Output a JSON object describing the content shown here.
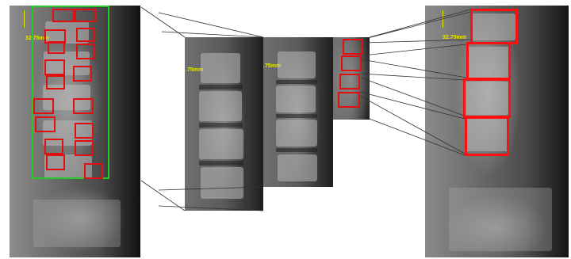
{
  "measurement": {
    "left_xray": "32.75mm",
    "crop_a": ".75mm",
    "crop_b": ".75mm",
    "right_xray": "32.75mm"
  },
  "colors": {
    "bounding_box": "#22cc22",
    "detection_box": "#e01010",
    "scale_text": "#e6e600",
    "connector": "#333333"
  },
  "icons": []
}
